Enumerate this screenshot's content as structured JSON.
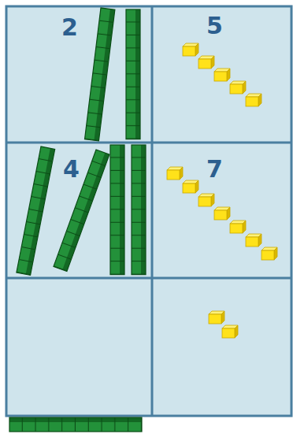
{
  "diagram": {
    "labels": [
      "2",
      "5",
      "4",
      "7"
    ]
  }
}
